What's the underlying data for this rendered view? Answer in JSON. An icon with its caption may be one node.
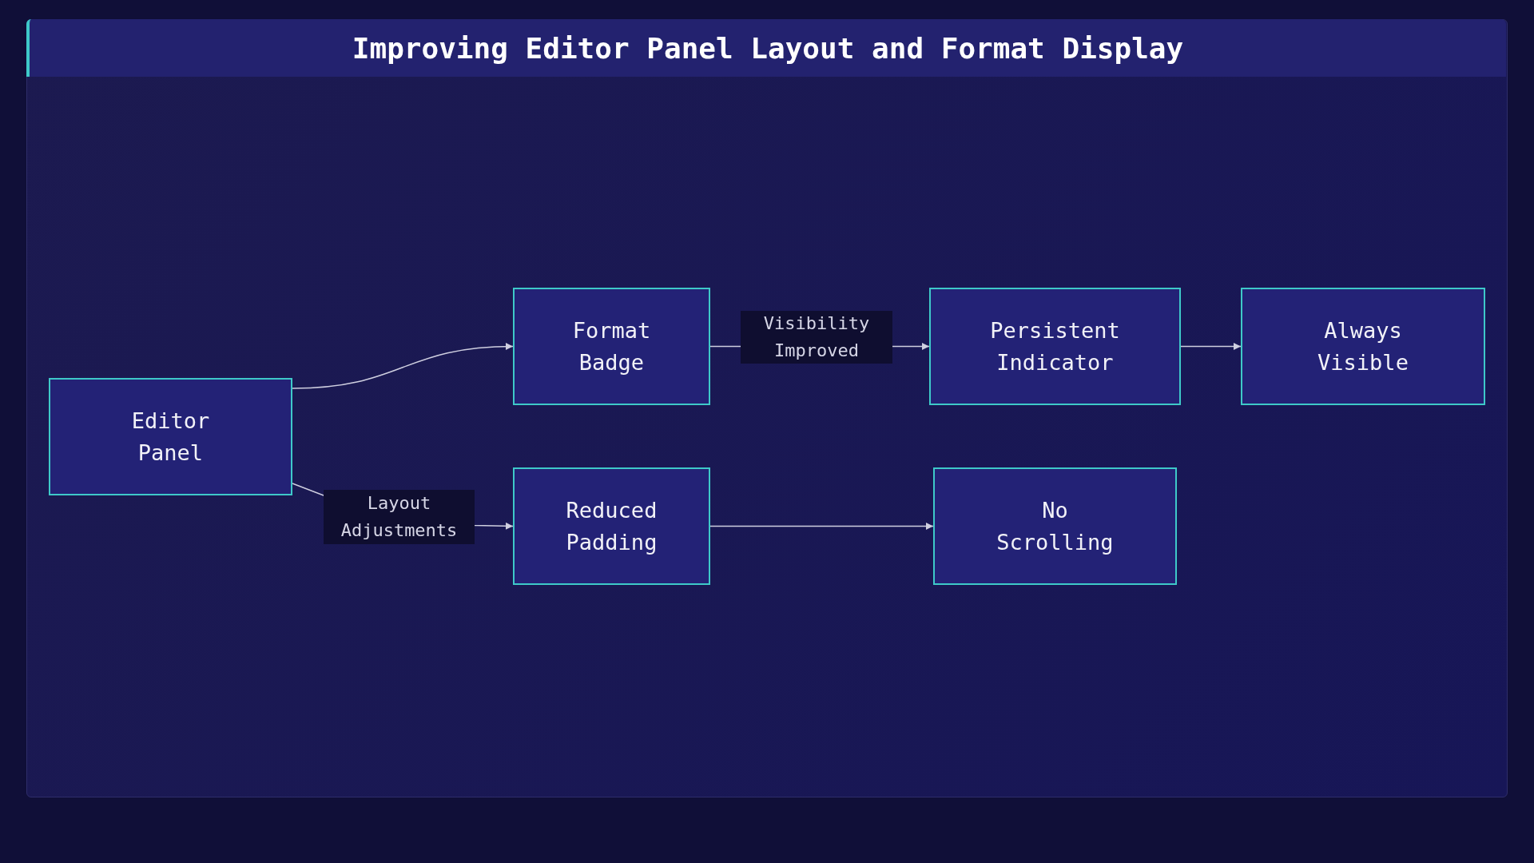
{
  "diagram": {
    "title": "Improving Editor Panel Layout and Format Display",
    "nodes": [
      {
        "text": [
          "Editor Panel"
        ]
      },
      {
        "text": [
          "Format Badge"
        ]
      },
      {
        "text": [
          "Persistent Indicator"
        ]
      },
      {
        "text": [
          "Always Visible"
        ]
      },
      {
        "text": [
          "Reduced Padding"
        ]
      },
      {
        "text": [
          "No Scrolling"
        ]
      }
    ],
    "edges": [
      {
        "from": 0,
        "to": 1,
        "arrow": "to"
      },
      {
        "from": 0,
        "to": 4,
        "arrow": "to",
        "label": "Layout Adjustments"
      },
      {
        "from": 1,
        "to": 2,
        "arrow": "to",
        "label": "Visibility Improved"
      },
      {
        "from": 2,
        "to": 3,
        "arrow": "to"
      },
      {
        "from": 4,
        "to": 5,
        "arrow": "to"
      }
    ]
  }
}
